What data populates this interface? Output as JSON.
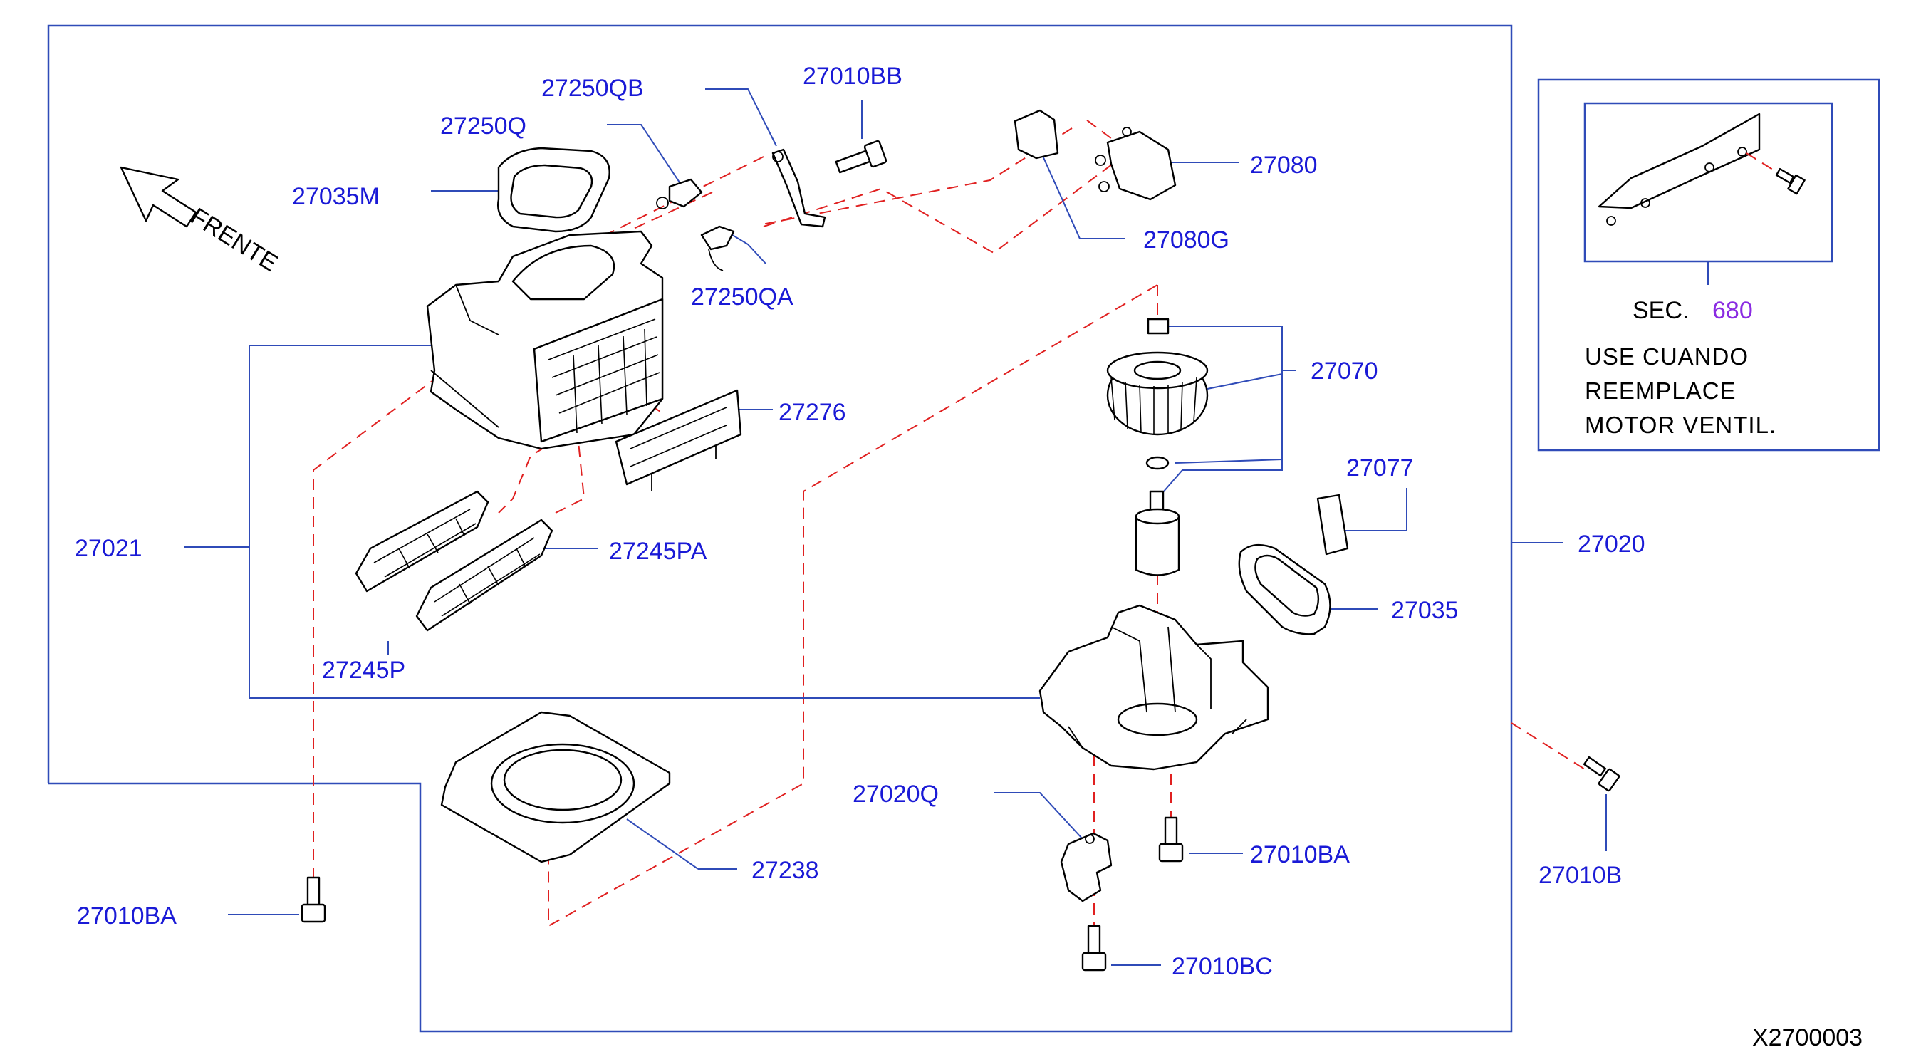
{
  "part_labels": {
    "p27250QB": "27250QB",
    "p27010BB": "27010BB",
    "p27250Q": "27250Q",
    "p27035M": "27035M",
    "p27080": "27080",
    "p27080G": "27080G",
    "p27250QA": "27250QA",
    "p27070": "27070",
    "p27276": "27276",
    "p27077": "27077",
    "p27021": "27021",
    "p27245PA": "27245PA",
    "p27020": "27020",
    "p27035": "27035",
    "p27245P": "27245P",
    "p27020Q": "27020Q",
    "p27010BA_right": "27010BA",
    "p27238": "27238",
    "p27010B": "27010B",
    "p27010BA_left": "27010BA",
    "p27010BC": "27010BC"
  },
  "direction_label": "FRENTE",
  "inset": {
    "sec_label": "SEC.",
    "sec_number": "680",
    "note_lines": [
      "USE  CUANDO",
      "REEMPLACE",
      "MOTOR  VENTIL."
    ]
  },
  "diagram_code": "X2700003",
  "colors": {
    "label_text": "#1a1ad6",
    "frame": "#2f4bb8",
    "dashed_guides": "#e02020",
    "section_number": "#8a2be2"
  }
}
